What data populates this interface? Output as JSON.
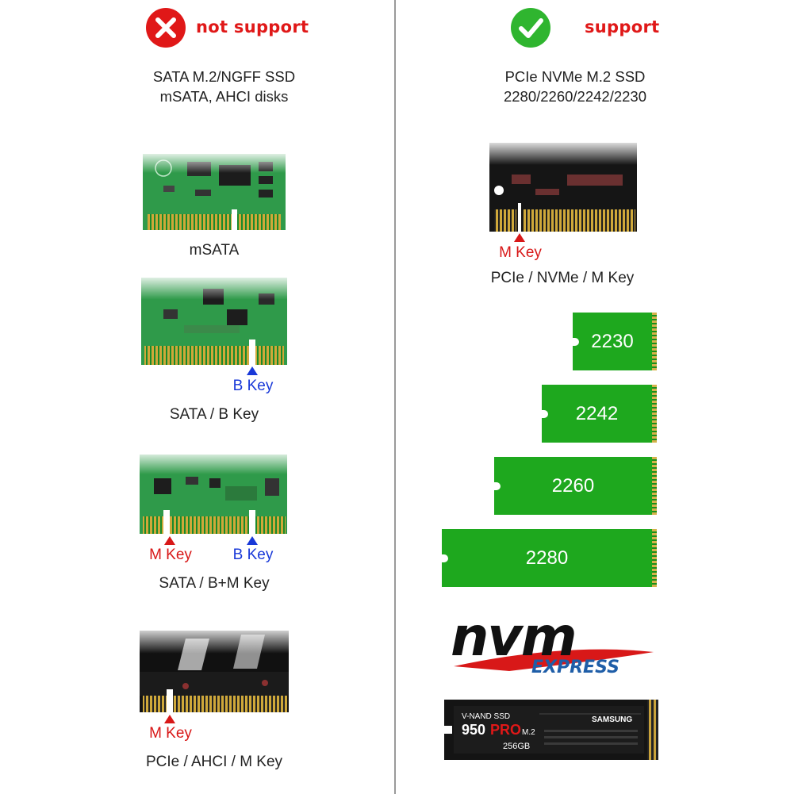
{
  "left": {
    "header": {
      "icon": "cross-icon",
      "title": "not support"
    },
    "desc_line1": "SATA     M.2/NGFF SSD",
    "desc_line2": "mSATA, AHCI disks",
    "items": [
      {
        "label": "mSATA"
      },
      {
        "label": "SATA / B Key",
        "keys": [
          "B Key"
        ]
      },
      {
        "label": "SATA / B+M Key",
        "keys": [
          "M Key",
          "B Key"
        ]
      },
      {
        "label": "PCIe / AHCI / M Key",
        "keys": [
          "M Key"
        ]
      }
    ]
  },
  "right": {
    "header": {
      "icon": "check-icon",
      "title": "support"
    },
    "desc_line1": "PCIe     NVMe M.2 SSD",
    "desc_line2": "2280/2260/2242/2230",
    "item": {
      "label": "PCIe / NVMe / M Key",
      "key": "M Key"
    },
    "sizes": [
      "2230",
      "2242",
      "2260",
      "2280"
    ],
    "logo": {
      "main": "nvm",
      "sub": "EXPRESS"
    },
    "ssd": {
      "line1": "V-NAND SSD",
      "model_a": "950",
      "model_b": "PRO",
      "model_c": "M.2",
      "capacity": "256GB",
      "brand": "SAMSUNG"
    }
  },
  "colors": {
    "red": "#e01818",
    "green_check": "#2fb52f",
    "pcb_green": "#1ea81e",
    "key_red": "#d81818",
    "key_blue": "#1838d8",
    "nvme_blue": "#1f5ea8"
  }
}
